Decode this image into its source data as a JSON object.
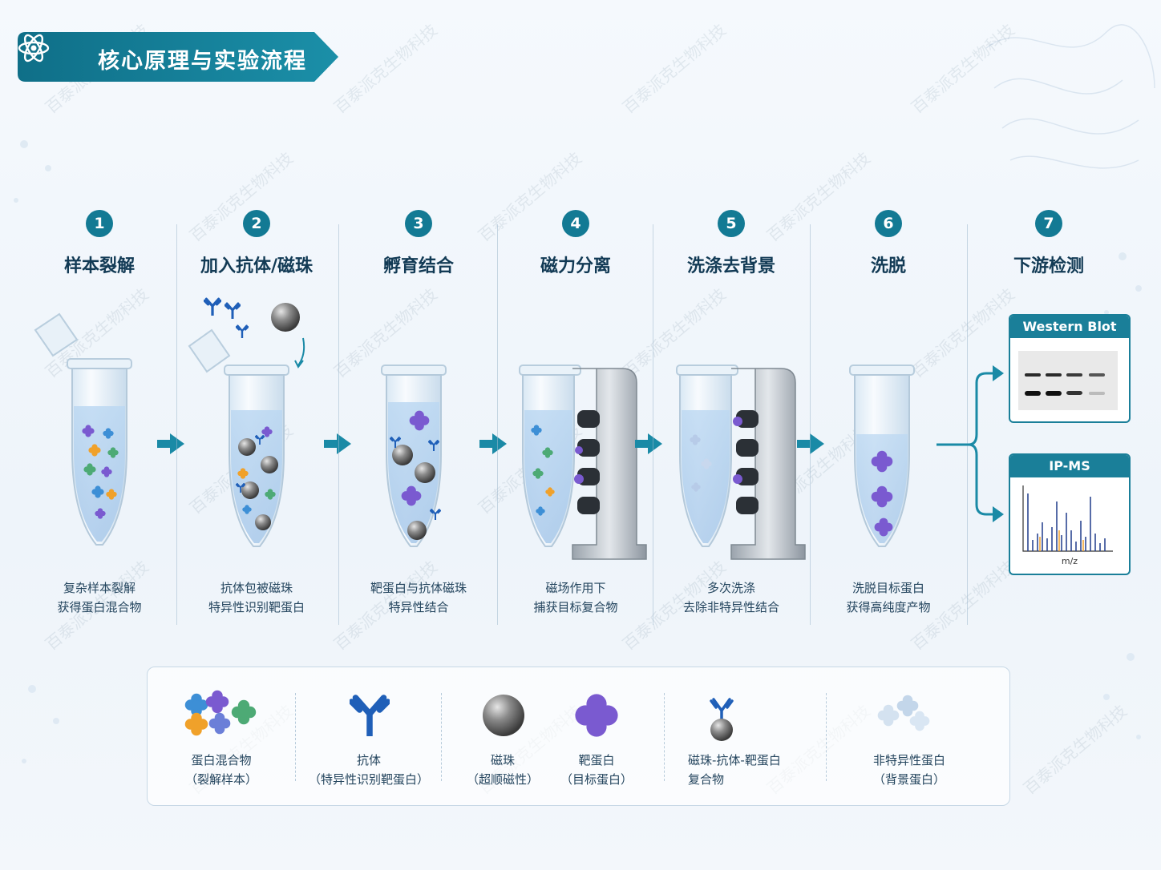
{
  "header": {
    "title": "核心原理与实验流程"
  },
  "steps": [
    {
      "num": "1",
      "title": "样本裂解",
      "desc": [
        "复杂样本裂解",
        "获得蛋白混合物"
      ]
    },
    {
      "num": "2",
      "title": "加入抗体/磁珠",
      "desc": [
        "抗体包被磁珠",
        "特异性识别靶蛋白"
      ]
    },
    {
      "num": "3",
      "title": "孵育结合",
      "desc": [
        "靶蛋白与抗体磁珠",
        "特异性结合"
      ]
    },
    {
      "num": "4",
      "title": "磁力分离",
      "desc": [
        "磁场作用下",
        "捕获目标复合物"
      ]
    },
    {
      "num": "5",
      "title": "洗涤去背景",
      "desc": [
        "多次洗涤",
        "去除非特异性结合"
      ]
    },
    {
      "num": "6",
      "title": "洗脱",
      "desc": [
        "洗脱目标蛋白",
        "获得高纯度产物"
      ]
    },
    {
      "num": "7",
      "title": "下游检测",
      "desc": []
    }
  ],
  "outputs": {
    "western": {
      "title": "Western Blot"
    },
    "ipms": {
      "title": "IP-MS",
      "axis_label": "m/z"
    }
  },
  "legend": [
    {
      "lines": [
        "蛋白混合物",
        "（裂解样本）"
      ],
      "icon": "protein-mix-icon"
    },
    {
      "lines": [
        "抗体",
        "（特异性识别靶蛋白）"
      ],
      "icon": "antibody-icon"
    },
    {
      "lines": [
        "磁珠",
        "（超顺磁性）"
      ],
      "icon": "magnetic-bead-icon"
    },
    {
      "lines": [
        "靶蛋白",
        "（目标蛋白）"
      ],
      "icon": "target-protein-icon"
    },
    {
      "lines": [
        "磁珠-抗体-靶蛋白",
        "复合物"
      ],
      "icon": "complex-icon"
    },
    {
      "lines": [
        "非特异性蛋白",
        "（背景蛋白）"
      ],
      "icon": "background-protein-icon"
    }
  ],
  "watermark": "百泰派克生物科技",
  "colors": {
    "primary": "#137a94",
    "title": "#123a55",
    "arrow": "#1a8aa6"
  }
}
